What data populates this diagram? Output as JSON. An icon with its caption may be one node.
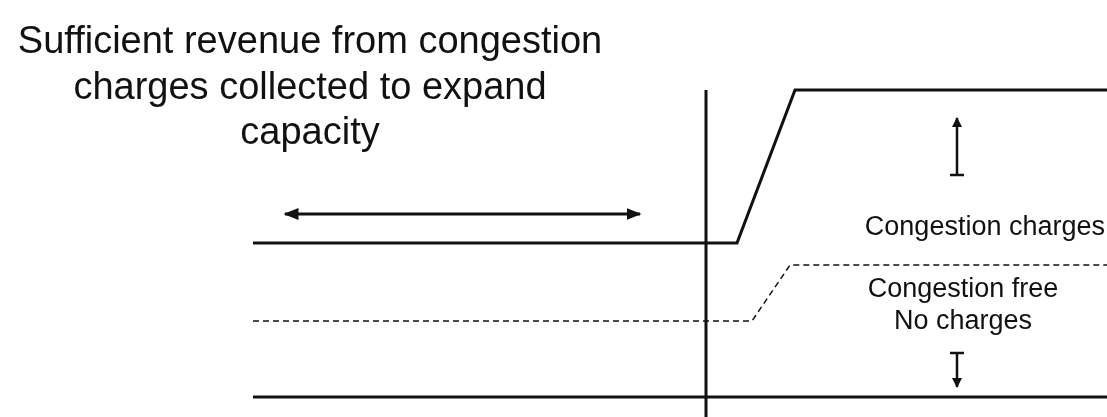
{
  "diagram": {
    "labels": [
      "Sufficient revenue from congestion charges collected to expand capacity",
      "Congestion charges",
      "Congestion free No charges"
    ]
  }
}
